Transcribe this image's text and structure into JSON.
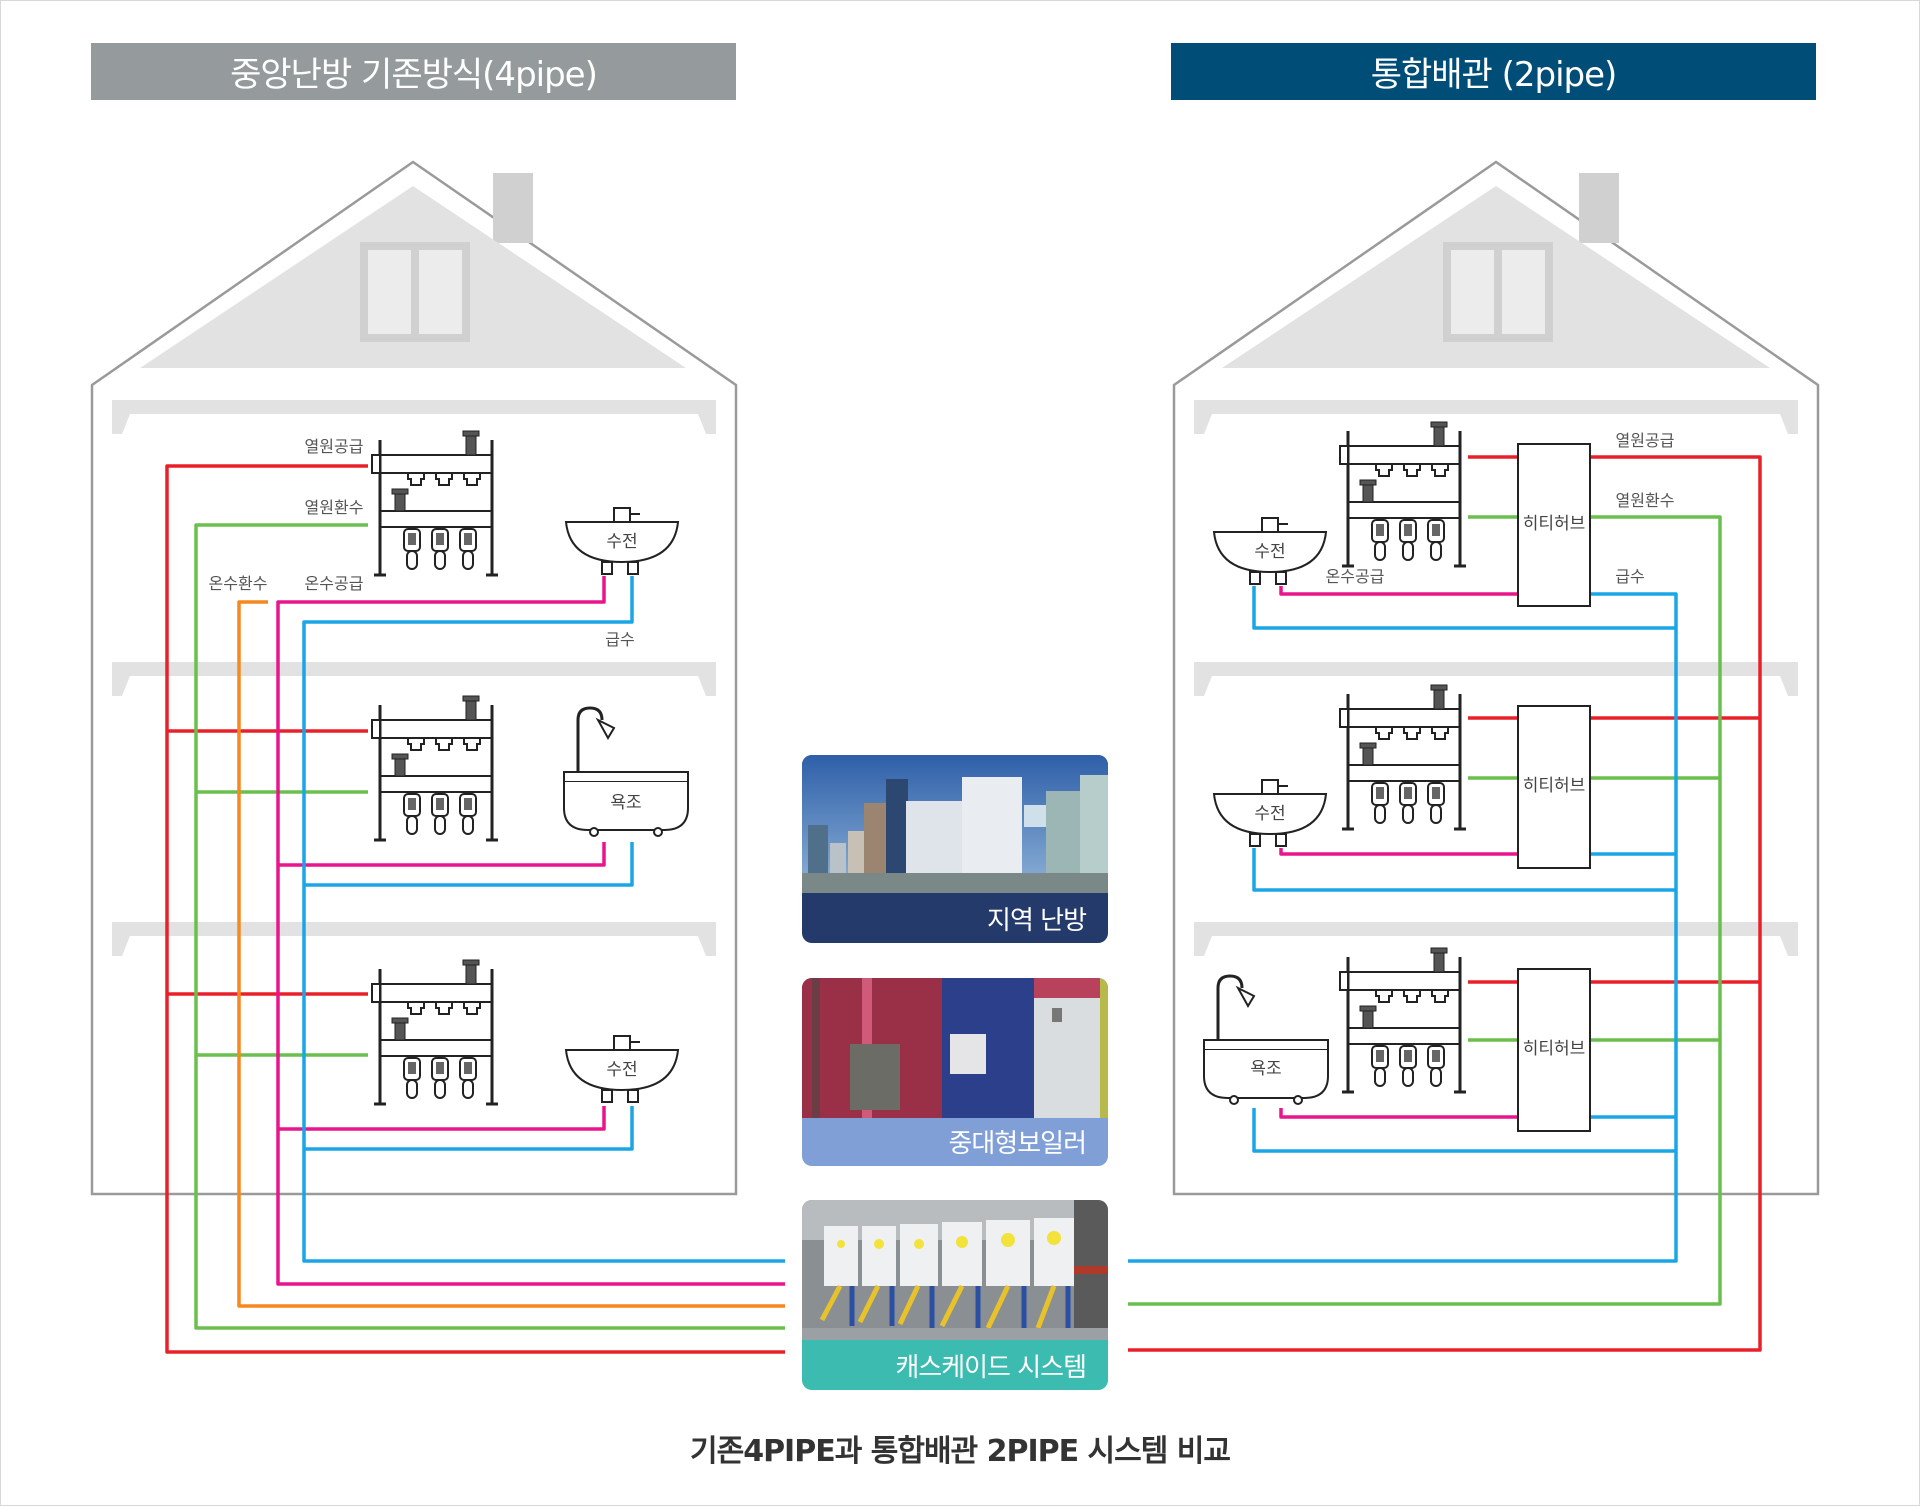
{
  "headers": {
    "left": "중앙난방 기존방식(4pipe)",
    "right": "통합배관 (2pipe)"
  },
  "colors": {
    "header_left_bg": "#959a9c",
    "header_right_bg": "#004e78",
    "heat_supply": "#e8202a",
    "heat_return": "#6bbf4e",
    "hot_water_return": "#f5891f",
    "hot_water_supply": "#e8158c",
    "cold_water": "#1aa5e6",
    "card_district_bg": "#233a6a",
    "card_boiler_bg": "#7f9fd6",
    "card_cascade_bg": "#3cbbb1"
  },
  "left_house": {
    "labels": {
      "heat_supply": "열원공급",
      "heat_return": "열원환수",
      "hot_water_return": "온수환수",
      "hot_water_supply": "온수공급",
      "water_supply": "급수"
    },
    "floors": [
      {
        "fixture": "faucet",
        "fixture_label": "수전"
      },
      {
        "fixture": "bathtub",
        "fixture_label": "욕조"
      },
      {
        "fixture": "faucet",
        "fixture_label": "수전"
      }
    ]
  },
  "right_house": {
    "labels": {
      "heat_supply": "열원공급",
      "heat_return": "열원환수",
      "hot_water_supply": "온수공급",
      "water_supply": "급수"
    },
    "floors": [
      {
        "fixture": "faucet",
        "fixture_label": "수전",
        "hub_label": "히티허브"
      },
      {
        "fixture": "faucet",
        "fixture_label": "수전",
        "hub_label": "히티허브"
      },
      {
        "fixture": "bathtub",
        "fixture_label": "욕조",
        "hub_label": "히티허브"
      }
    ]
  },
  "sources": [
    {
      "name": "district-heating",
      "label": "지역 난방"
    },
    {
      "name": "large-boiler",
      "label": "중대형보일러"
    },
    {
      "name": "cascade-system",
      "label": "캐스케이드 시스템"
    }
  ],
  "caption": "기존4PIPE과 통합배관 2PIPE 시스템 비교"
}
